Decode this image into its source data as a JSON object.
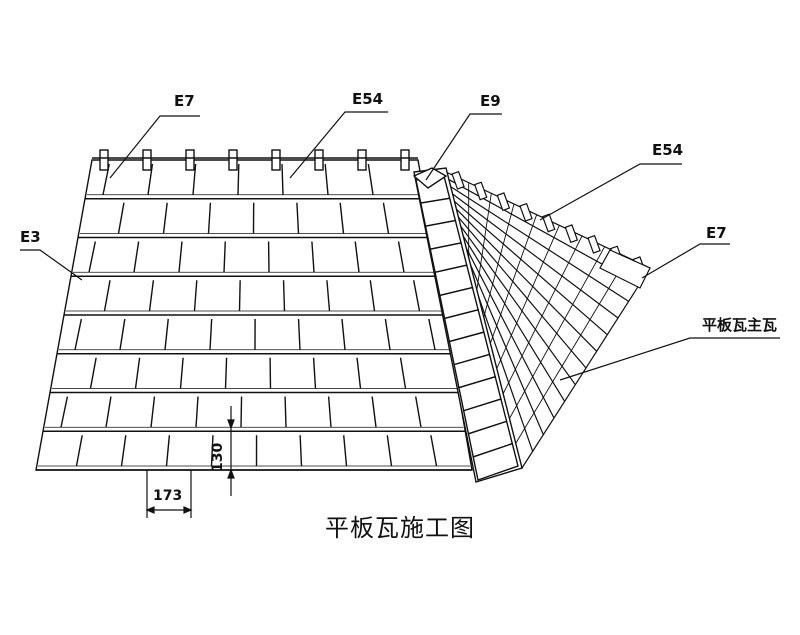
{
  "labels": {
    "left_e7": "E7",
    "top_e54": "E54",
    "hip_e9": "E9",
    "right_e54": "E54",
    "right_e7": "E7",
    "left_e3": "E3",
    "main_tile": "平板瓦主瓦"
  },
  "dimensions": {
    "tile_width": "173",
    "tile_exposure": "130"
  },
  "caption": "平板瓦施工图"
}
